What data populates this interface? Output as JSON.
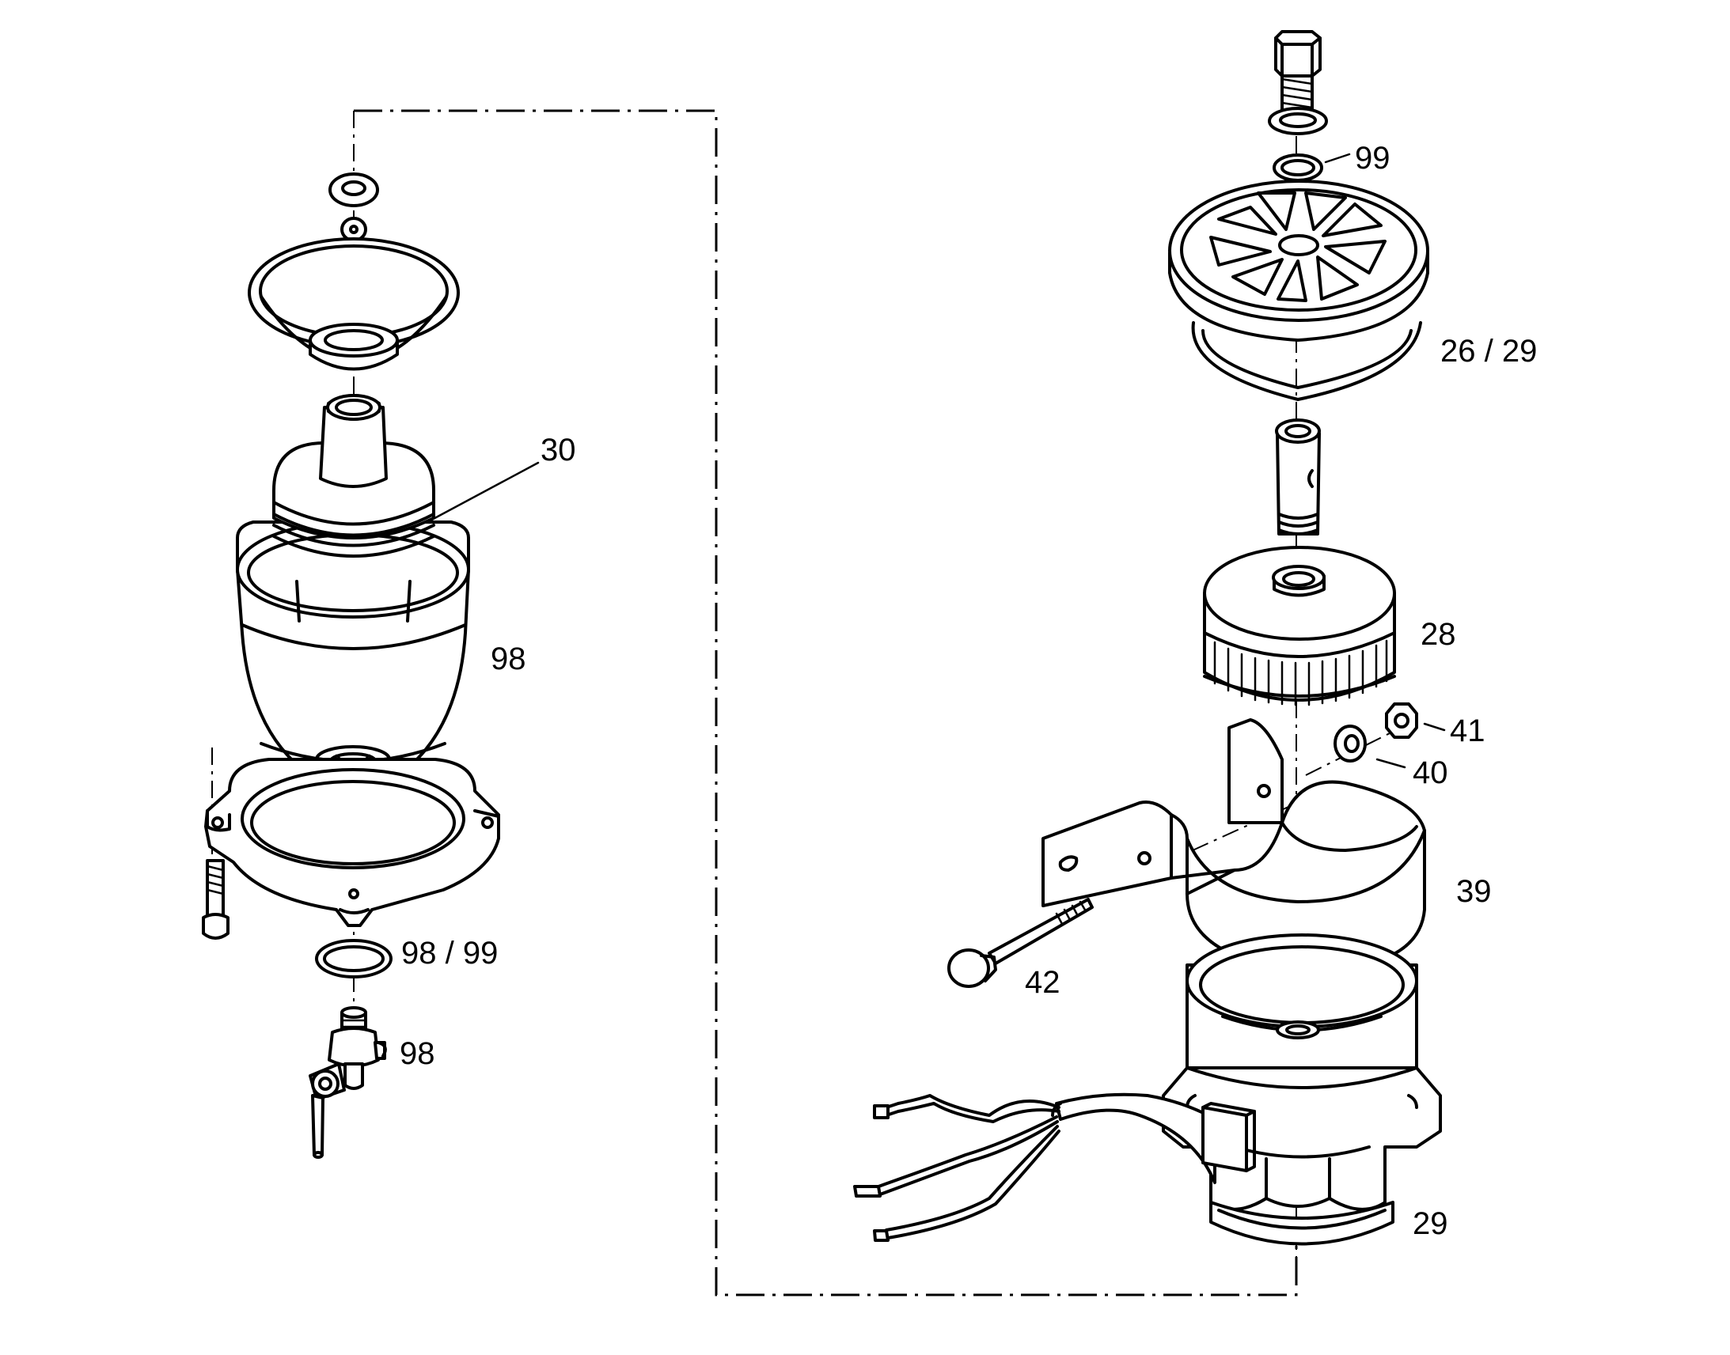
{
  "labels": {
    "l30": "30",
    "l98_bowl": "98",
    "l98_99_left": "98 / 99",
    "l98_cock": "98",
    "l99": "99",
    "l26_29": "26 / 29",
    "l28": "28",
    "l41": "41",
    "l40": "40",
    "l39": "39",
    "l42": "42",
    "l29": "29"
  }
}
